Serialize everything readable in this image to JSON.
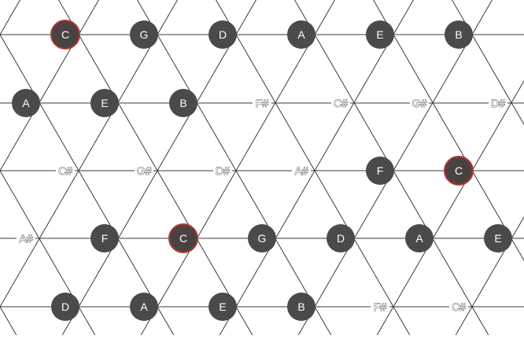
{
  "title": "",
  "colors": {
    "background": "#ffffff",
    "line": "#3a3a3a",
    "active_fill": "#4a4a4a",
    "active_text": "#ffffff",
    "root_fill": "#4a4242",
    "root_ring": "#b03a2e",
    "inactive_text_fill": "#ffffff",
    "inactive_text_stroke": "#333333"
  },
  "rows": [
    {
      "row": 0,
      "notes": [
        {
          "note": "C",
          "state": "root"
        },
        {
          "note": "G",
          "state": "active"
        },
        {
          "note": "D",
          "state": "active"
        },
        {
          "note": "A",
          "state": "active"
        },
        {
          "note": "E",
          "state": "active"
        },
        {
          "note": "B",
          "state": "active"
        }
      ]
    },
    {
      "row": 1,
      "notes": [
        {
          "note": "A",
          "state": "active"
        },
        {
          "note": "E",
          "state": "active"
        },
        {
          "note": "B",
          "state": "active"
        },
        {
          "note": "F#",
          "state": "inactive"
        },
        {
          "note": "C#",
          "state": "inactive"
        },
        {
          "note": "G#",
          "state": "inactive"
        },
        {
          "note": "D#",
          "state": "inactive"
        }
      ]
    },
    {
      "row": 2,
      "notes": [
        {
          "note": "C#",
          "state": "inactive"
        },
        {
          "note": "G#",
          "state": "inactive"
        },
        {
          "note": "D#",
          "state": "inactive"
        },
        {
          "note": "A#",
          "state": "inactive"
        },
        {
          "note": "F",
          "state": "active"
        },
        {
          "note": "C",
          "state": "root"
        }
      ]
    },
    {
      "row": 3,
      "notes": [
        {
          "note": "A#",
          "state": "inactive"
        },
        {
          "note": "F",
          "state": "active"
        },
        {
          "note": "C",
          "state": "root"
        },
        {
          "note": "G",
          "state": "active"
        },
        {
          "note": "D",
          "state": "active"
        },
        {
          "note": "A",
          "state": "active"
        },
        {
          "note": "E",
          "state": "active"
        }
      ]
    },
    {
      "row": 4,
      "notes": [
        {
          "note": "D",
          "state": "active"
        },
        {
          "note": "A",
          "state": "active"
        },
        {
          "note": "E",
          "state": "active"
        },
        {
          "note": "B",
          "state": "active"
        },
        {
          "note": "F#",
          "state": "inactive"
        },
        {
          "note": "C#",
          "state": "inactive"
        }
      ]
    }
  ]
}
